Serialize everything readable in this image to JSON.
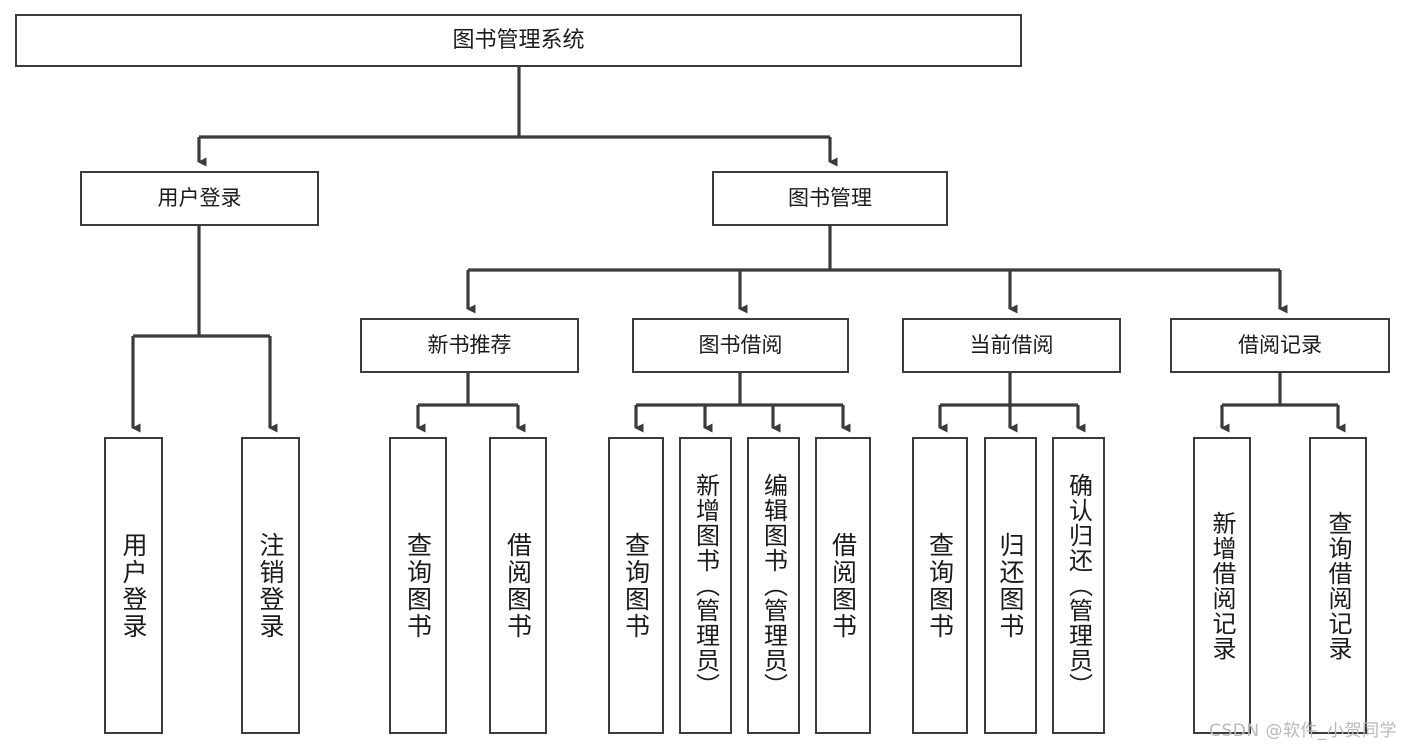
{
  "diagram": {
    "title": "图书管理系统",
    "type": "功能结构图",
    "background_color": "#ffffff",
    "line_color": "#3b3b3b",
    "box_fill": "#ffffff",
    "box_border_color": "#3b3b3b"
  },
  "root": {
    "label": "图书管理系统"
  },
  "level2": [
    {
      "label": "用户登录"
    },
    {
      "label": "图书管理"
    }
  ],
  "level3": [
    {
      "label": "新书推荐"
    },
    {
      "label": "图书借阅"
    },
    {
      "label": "当前借阅"
    },
    {
      "label": "借阅记录"
    }
  ],
  "leaves": {
    "user_login": [
      {
        "label": "用户登录"
      },
      {
        "label": "注销登录"
      }
    ],
    "new_book": [
      {
        "label": "查询图书"
      },
      {
        "label": "借阅图书"
      }
    ],
    "book_borrow": [
      {
        "label": "查询图书"
      },
      {
        "label": "新增图书（管理员）"
      },
      {
        "label": "编辑图书（管理员）"
      },
      {
        "label": "借阅图书"
      }
    ],
    "current_borrow": [
      {
        "label": "查询图书"
      },
      {
        "label": "归还图书"
      },
      {
        "label": "确认归还（管理员）"
      }
    ],
    "borrow_record": [
      {
        "label": "新增借阅记录"
      },
      {
        "label": "查询借阅记录"
      }
    ]
  },
  "watermark": {
    "text": "CSDN @软件_小贺同学"
  }
}
